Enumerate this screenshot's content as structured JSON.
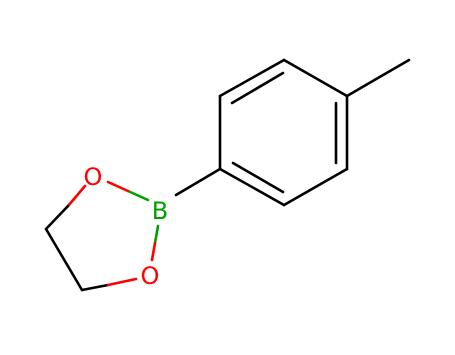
{
  "molecule": {
    "atoms": [
      {
        "id": "B",
        "label": "B",
        "color": "#00a000"
      },
      {
        "id": "O1",
        "label": "O",
        "color": "#ff0000"
      },
      {
        "id": "O2",
        "label": "O",
        "color": "#ff0000"
      }
    ],
    "bond_color": "#000000"
  }
}
